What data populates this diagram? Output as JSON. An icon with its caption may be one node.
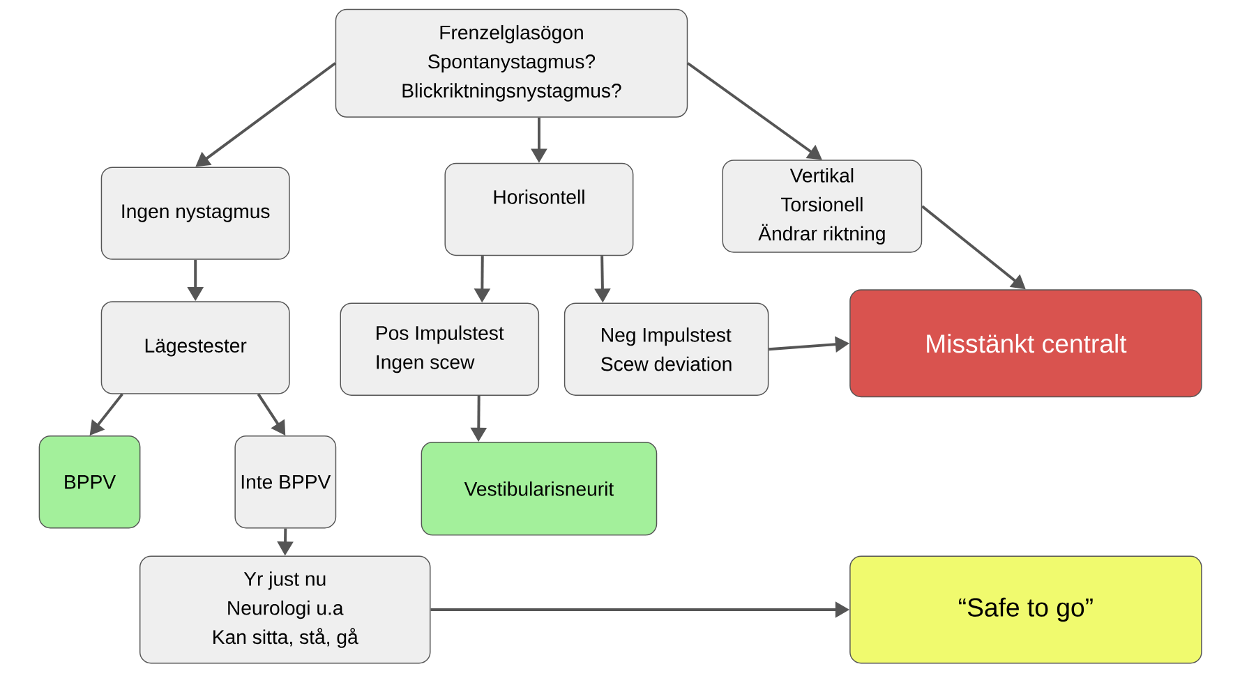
{
  "diagram": {
    "nodes": [
      {
        "text": [
          "Frenzelglasögon",
          "Spontanystagmus?",
          "Blickriktningsnystagmus?"
        ]
      },
      {
        "text": [
          "Ingen nystagmus"
        ]
      },
      {
        "text": [
          "Horisontell"
        ]
      },
      {
        "text": [
          "Vertikal",
          "Torsionell",
          "Ändrar riktning"
        ]
      },
      {
        "text": [
          "Lägestester"
        ]
      },
      {
        "text": [
          "Pos Impulstest",
          "Ingen scew"
        ]
      },
      {
        "text": [
          "Neg Impulstest",
          "Scew deviation"
        ]
      },
      {
        "text": [
          "Misstänkt centralt"
        ]
      },
      {
        "text": [
          "BPPV"
        ]
      },
      {
        "text": [
          "Inte BPPV"
        ]
      },
      {
        "text": [
          "Vestibularisneurit"
        ]
      },
      {
        "text": [
          "Yr just nu",
          "Neurologi u.a",
          "Kan sitta, stå, gå"
        ]
      },
      {
        "text": [
          "“Safe to go”"
        ]
      }
    ],
    "edges": [
      {
        "from": 0,
        "to": 1,
        "arrow": "to"
      },
      {
        "from": 0,
        "to": 2,
        "arrow": "to"
      },
      {
        "from": 0,
        "to": 3,
        "arrow": "to"
      },
      {
        "from": 3,
        "to": 7,
        "arrow": "to"
      },
      {
        "from": 1,
        "to": 4,
        "arrow": "to"
      },
      {
        "from": 2,
        "to": 5,
        "arrow": "to"
      },
      {
        "from": 2,
        "to": 6,
        "arrow": "to"
      },
      {
        "from": 6,
        "to": 7,
        "arrow": "to"
      },
      {
        "from": 4,
        "to": 8,
        "arrow": "to"
      },
      {
        "from": 4,
        "to": 9,
        "arrow": "to"
      },
      {
        "from": 5,
        "to": 10,
        "arrow": "to"
      },
      {
        "from": 9,
        "to": 11,
        "arrow": "to"
      },
      {
        "from": 11,
        "to": 12,
        "arrow": "to"
      }
    ]
  }
}
